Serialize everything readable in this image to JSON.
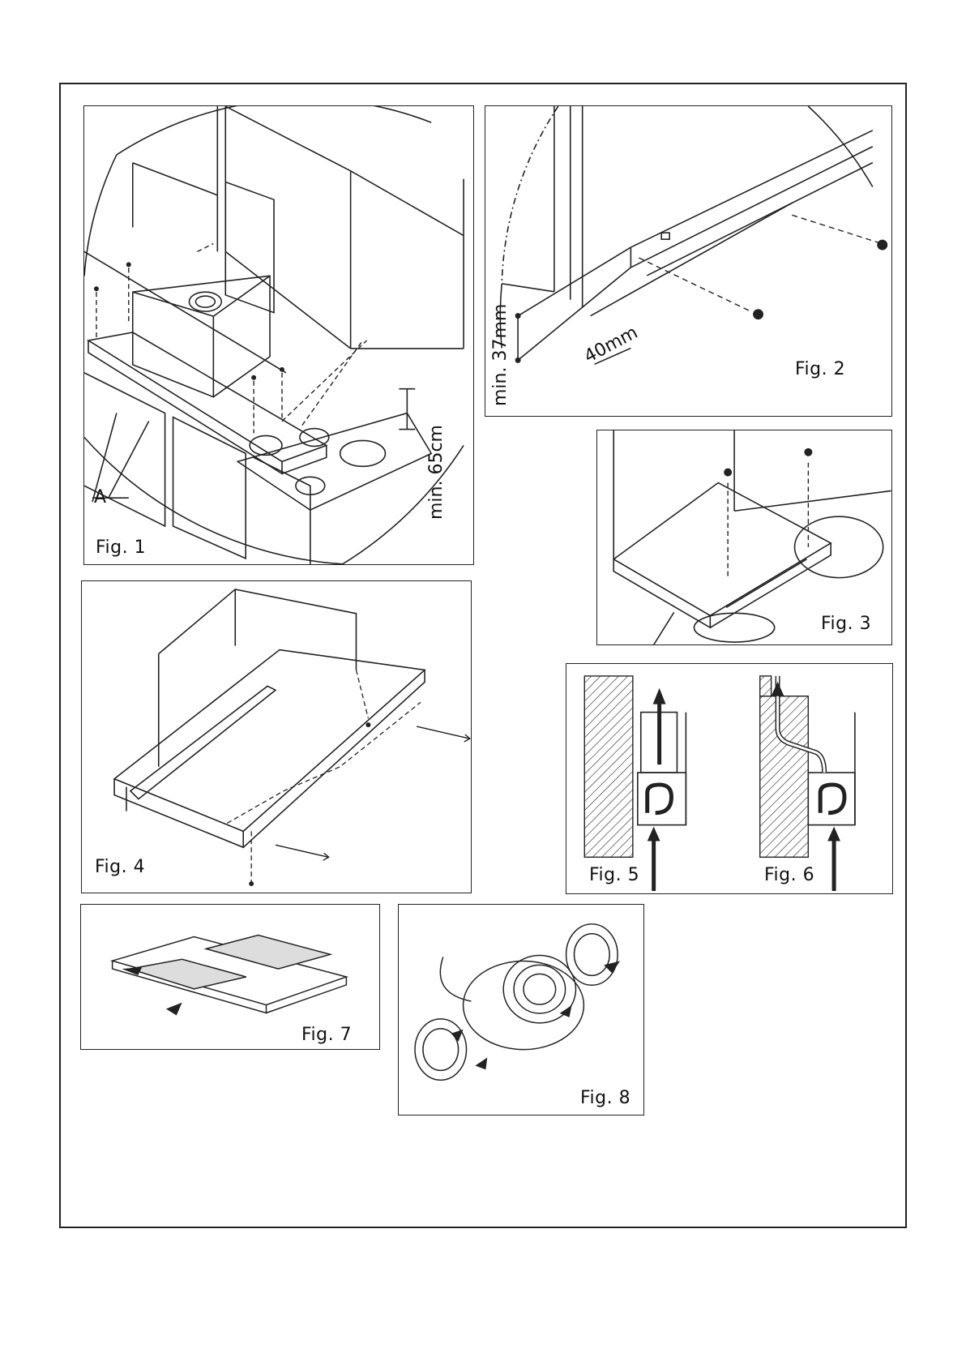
{
  "figures": {
    "fig1": {
      "caption": "Fig. 1",
      "label_a": "A",
      "dimension": "min. 65cm"
    },
    "fig2": {
      "caption": "Fig. 2",
      "dim_vertical": "min. 37mm",
      "dim_horizontal": "40mm"
    },
    "fig3": {
      "caption": "Fig. 3"
    },
    "fig4": {
      "caption": "Fig. 4"
    },
    "fig5": {
      "caption": "Fig. 5"
    },
    "fig6": {
      "caption": "Fig. 6"
    },
    "fig7": {
      "caption": "Fig. 7"
    },
    "fig8": {
      "caption": "Fig. 8"
    }
  }
}
